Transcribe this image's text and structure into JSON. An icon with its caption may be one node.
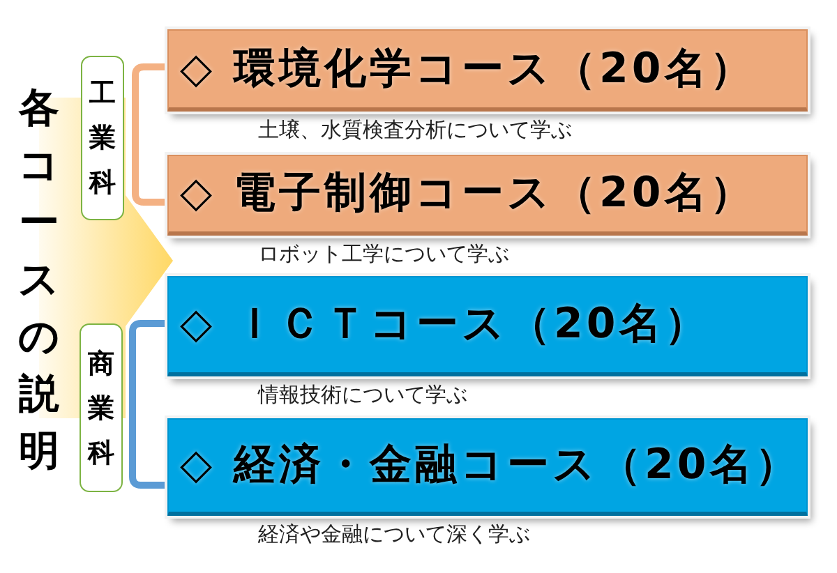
{
  "diagram": {
    "title": "各コースの説明",
    "nodes": [
      {
        "text": [
          "工業科"
        ]
      },
      {
        "text": [
          "◇ 環境化学コース（20名）"
        ],
        "beside": [
          "土壌、水質検査分析について学ぶ"
        ]
      },
      {
        "text": [
          "◇ 電子制御コース（20名）"
        ],
        "beside": [
          "ロボット工学について学ぶ"
        ]
      },
      {
        "text": [
          "商業科"
        ]
      },
      {
        "text": [
          "◇ ＩＣＴコース（20名）"
        ],
        "beside": [
          "情報技術について学ぶ"
        ]
      },
      {
        "text": [
          "◇ 経済・金融コース（20名）"
        ],
        "beside": [
          "経済や金融について深く学ぶ"
        ]
      }
    ],
    "edges": [
      {
        "from": 1,
        "to": 2,
        "arrow": "none",
        "color": "#f4b183"
      },
      {
        "from": 4,
        "to": 5,
        "arrow": "none",
        "color": "#5b9bd5"
      }
    ]
  }
}
